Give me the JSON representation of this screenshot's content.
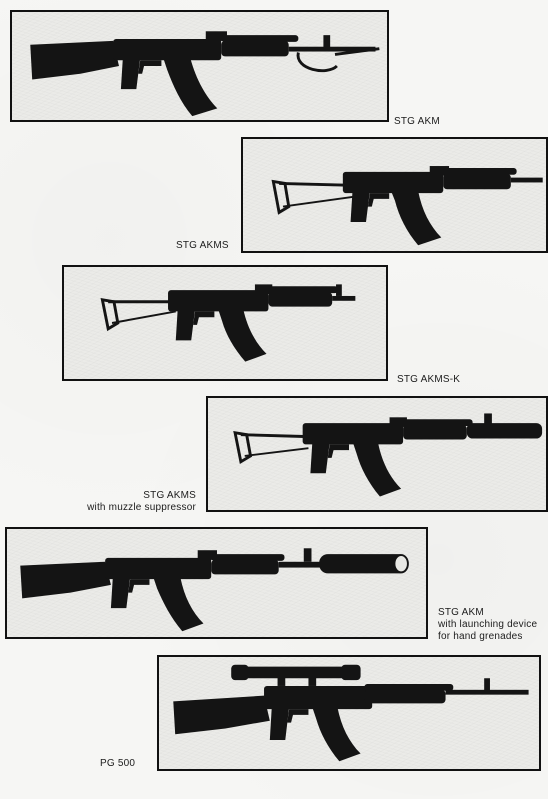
{
  "figures": [
    {
      "caption": [
        "STG AKM"
      ]
    },
    {
      "caption": [
        "STG AKMS"
      ]
    },
    {
      "caption": [
        "STG AKMS-K"
      ]
    },
    {
      "caption": [
        "STG AKMS",
        "with muzzle suppressor"
      ]
    },
    {
      "caption": [
        "STG AKM",
        "with launching device",
        "for hand grenades"
      ]
    },
    {
      "caption": [
        "PG 500"
      ]
    }
  ],
  "colors": {
    "ink": "#111111",
    "paper": "#f6f6f4",
    "photo_bg": "#ebebe8"
  }
}
